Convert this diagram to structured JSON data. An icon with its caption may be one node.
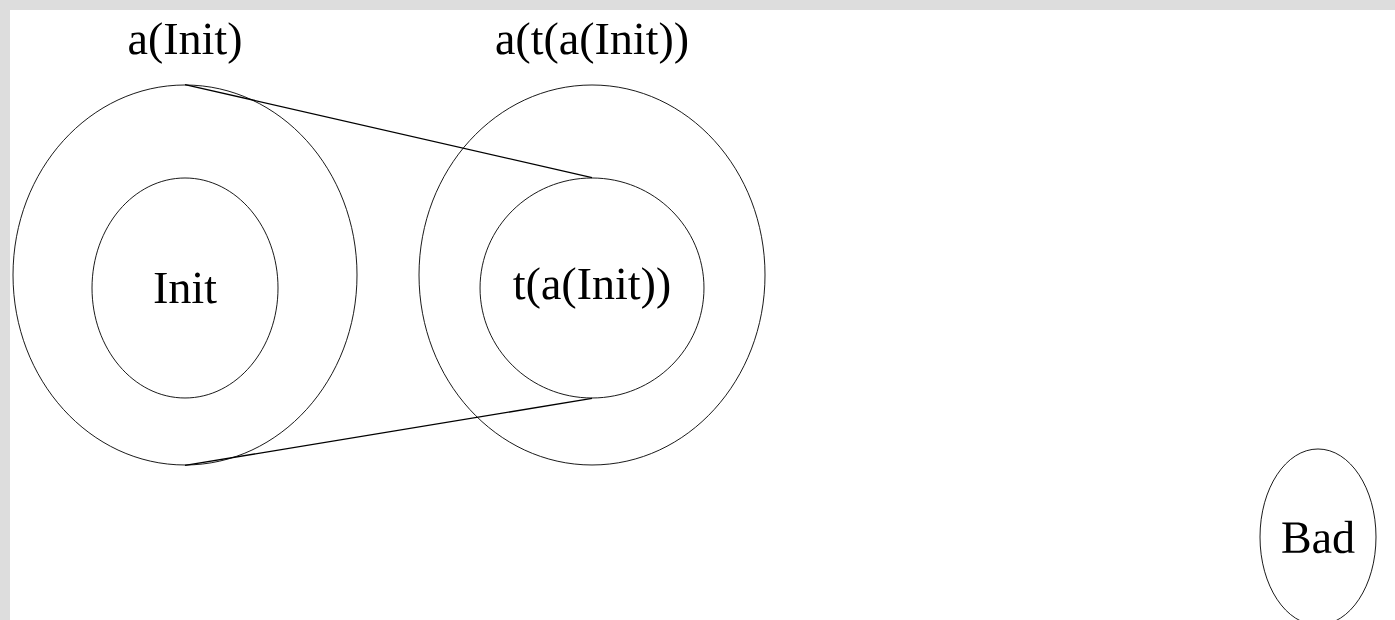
{
  "diagram": {
    "nodes": [
      {
        "text": [
          "a(Init)"
        ]
      },
      {
        "text": [
          "Init"
        ],
        "in": 0
      },
      {
        "text": [
          "a(t(a(Init))"
        ]
      },
      {
        "text": [
          "t(a(Init))"
        ],
        "in": 2
      },
      {
        "text": [
          "Bad"
        ]
      }
    ],
    "edges": [
      {
        "from": 0,
        "to": 3,
        "arrow": "none"
      },
      {
        "from": 0,
        "to": 3,
        "arrow": "none"
      }
    ]
  }
}
